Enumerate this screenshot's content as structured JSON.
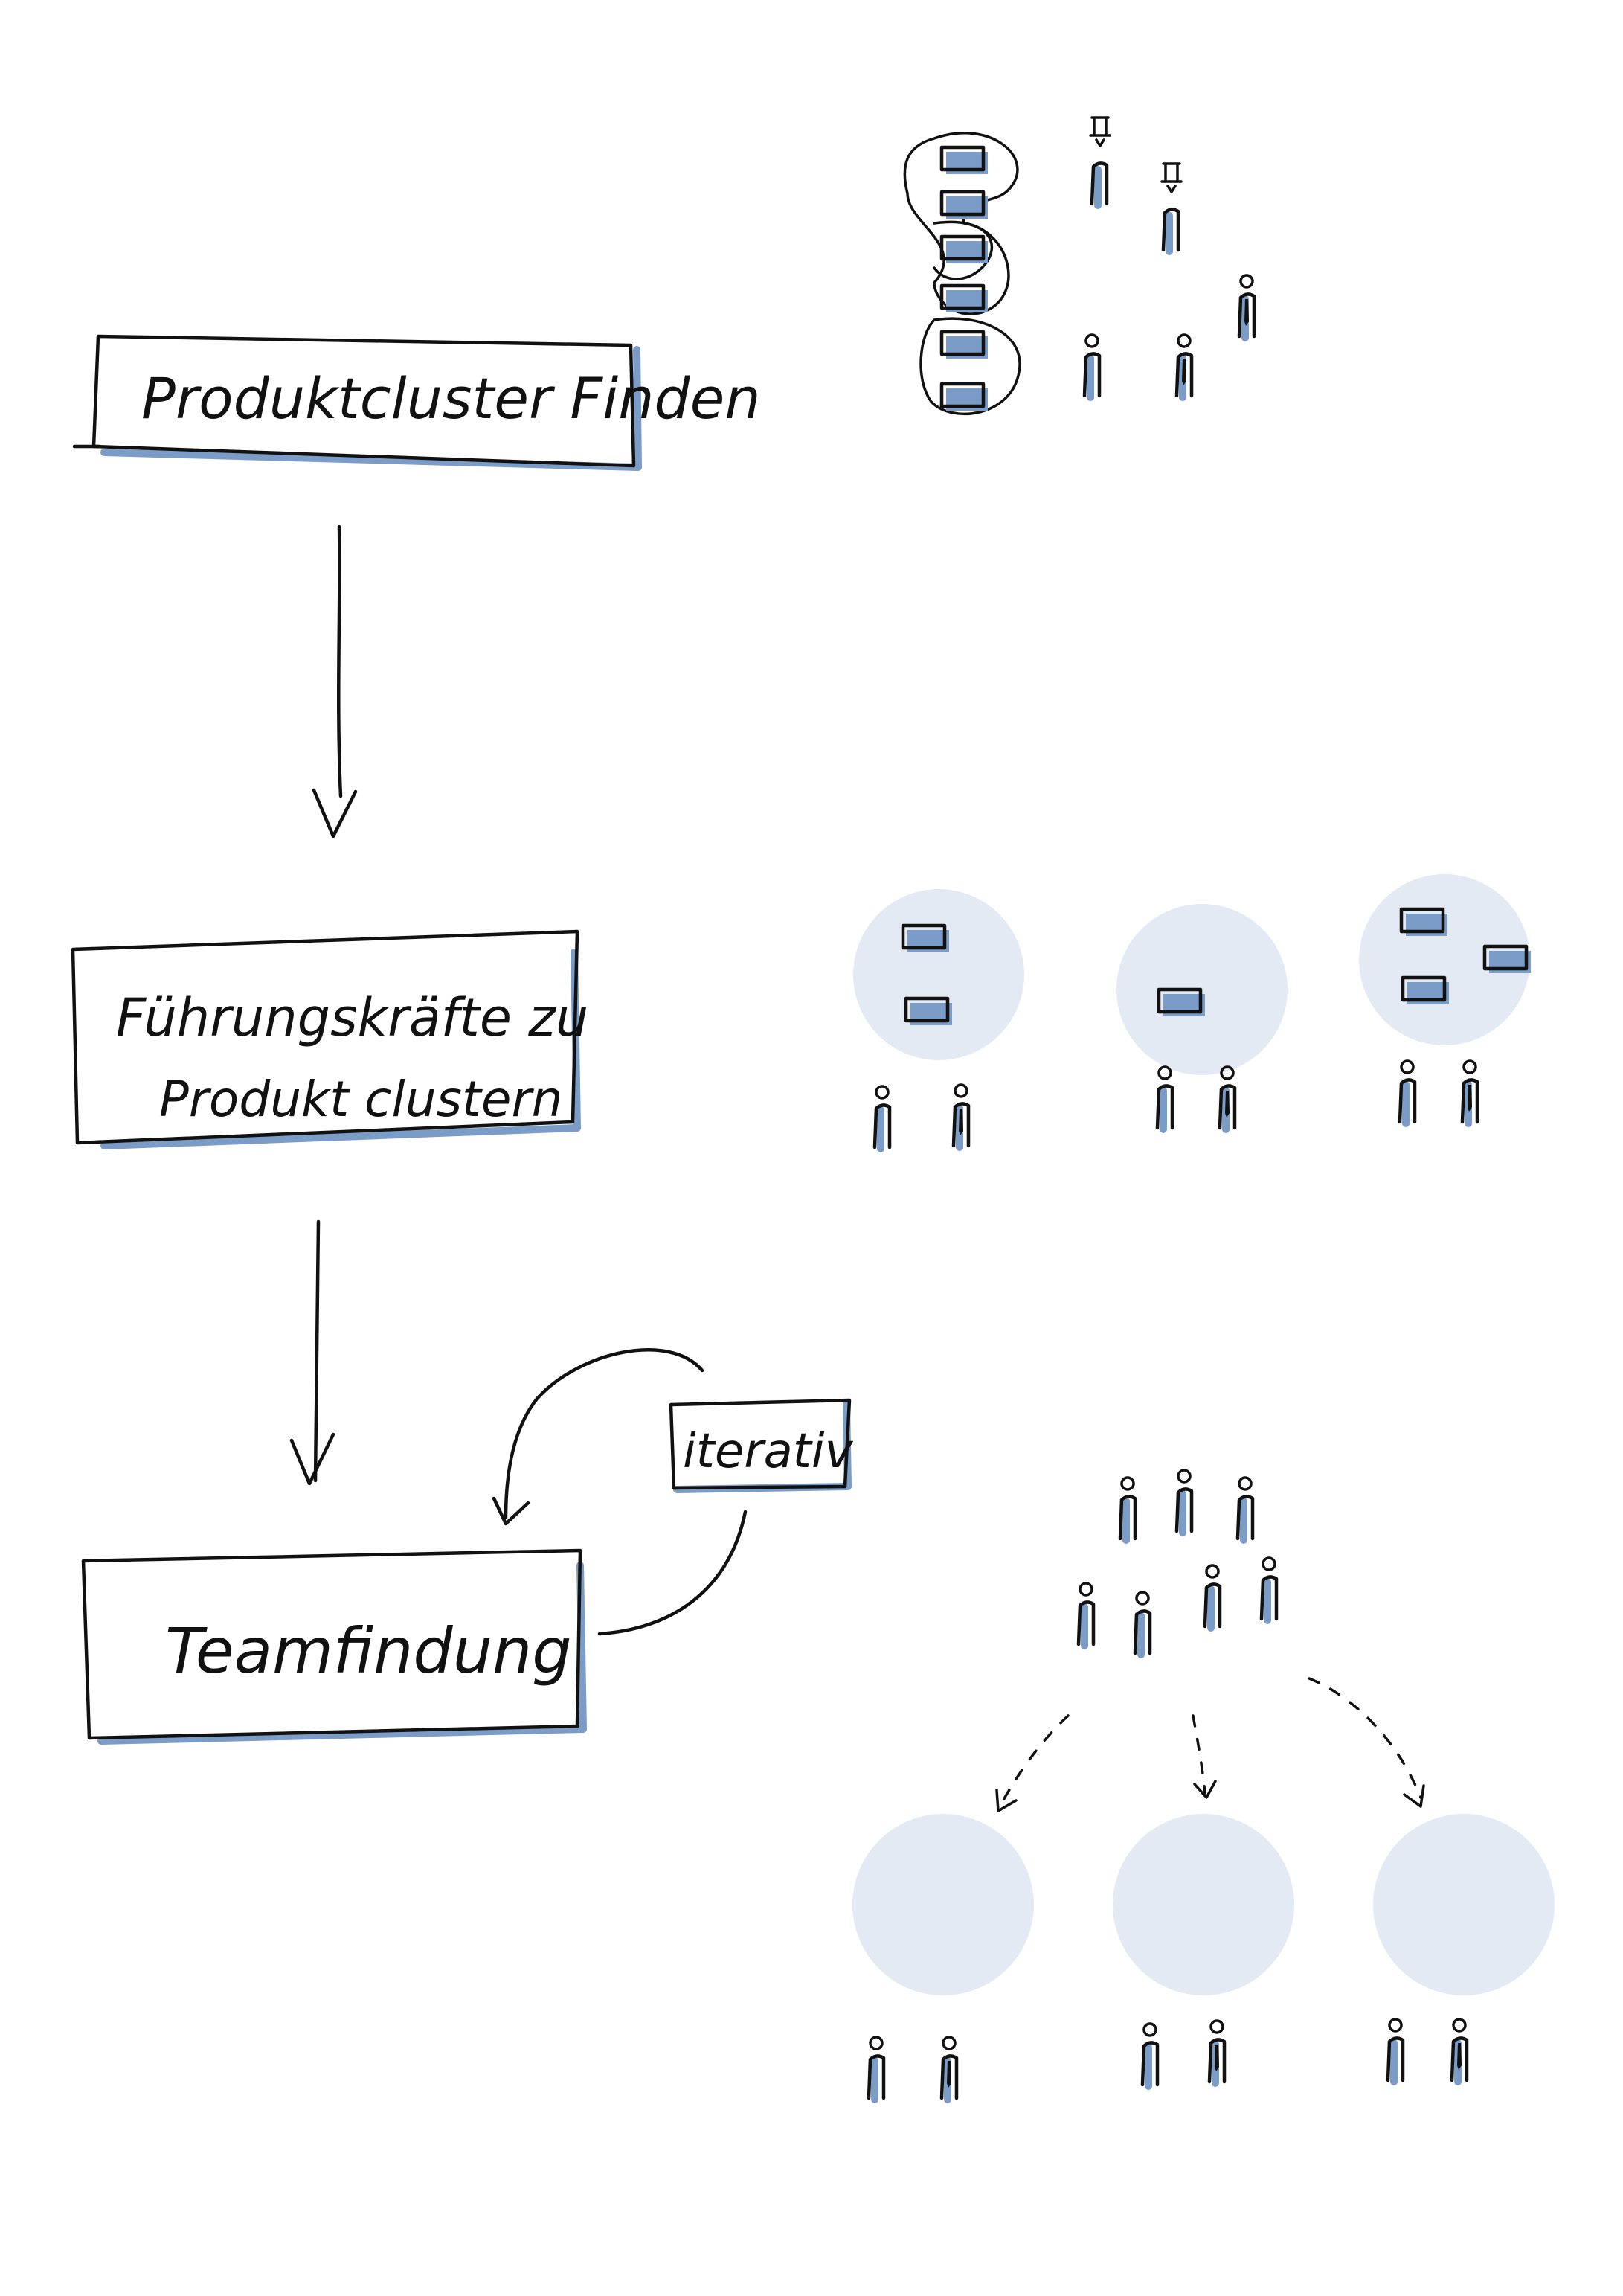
{
  "steps": [
    {
      "label": "Produktcluster Finden"
    },
    {
      "line1": "Führungskräfte zu",
      "line2": "Produkt clustern"
    },
    {
      "label": "Teamfindung"
    }
  ],
  "tag": {
    "label": "iterativ"
  },
  "colors": {
    "ink": "#111111",
    "shadow_accent": "#7a9cc6",
    "circle_fill": "#e3eaf3",
    "background": "#ffffff"
  },
  "icons": [
    "product-card-icon",
    "person-icon",
    "manager-person-icon",
    "team-circle",
    "down-arrow-icon",
    "loop-arrow-icon",
    "dashed-arrow-icon"
  ]
}
